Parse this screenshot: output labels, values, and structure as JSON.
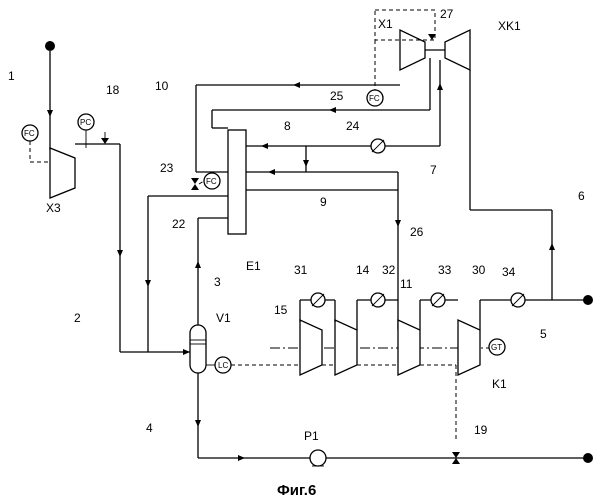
{
  "caption": "Фиг.6",
  "labels": {
    "n1": "1",
    "n2": "2",
    "n3": "3",
    "n4": "4",
    "n5": "5",
    "n6": "6",
    "n7": "7",
    "n8": "8",
    "n9": "9",
    "n10": "10",
    "n11": "11",
    "n14": "14",
    "n15": "15",
    "n18": "18",
    "n19": "19",
    "n22": "22",
    "n23": "23",
    "n24": "24",
    "n25": "25",
    "n26": "26",
    "n27": "27",
    "n30": "30",
    "n31": "31",
    "n32": "32",
    "n33": "33",
    "n34": "34",
    "x1": "X1",
    "xk1": "XK1",
    "x3": "X3",
    "e1": "E1",
    "v1": "V1",
    "k1": "K1",
    "p1": "P1"
  },
  "instruments": {
    "fc_x1": "FC",
    "fc_x3": "FC",
    "pc_x3": "PC",
    "fc_23": "FC",
    "lc_v1": "LC",
    "gt": "GT"
  }
}
